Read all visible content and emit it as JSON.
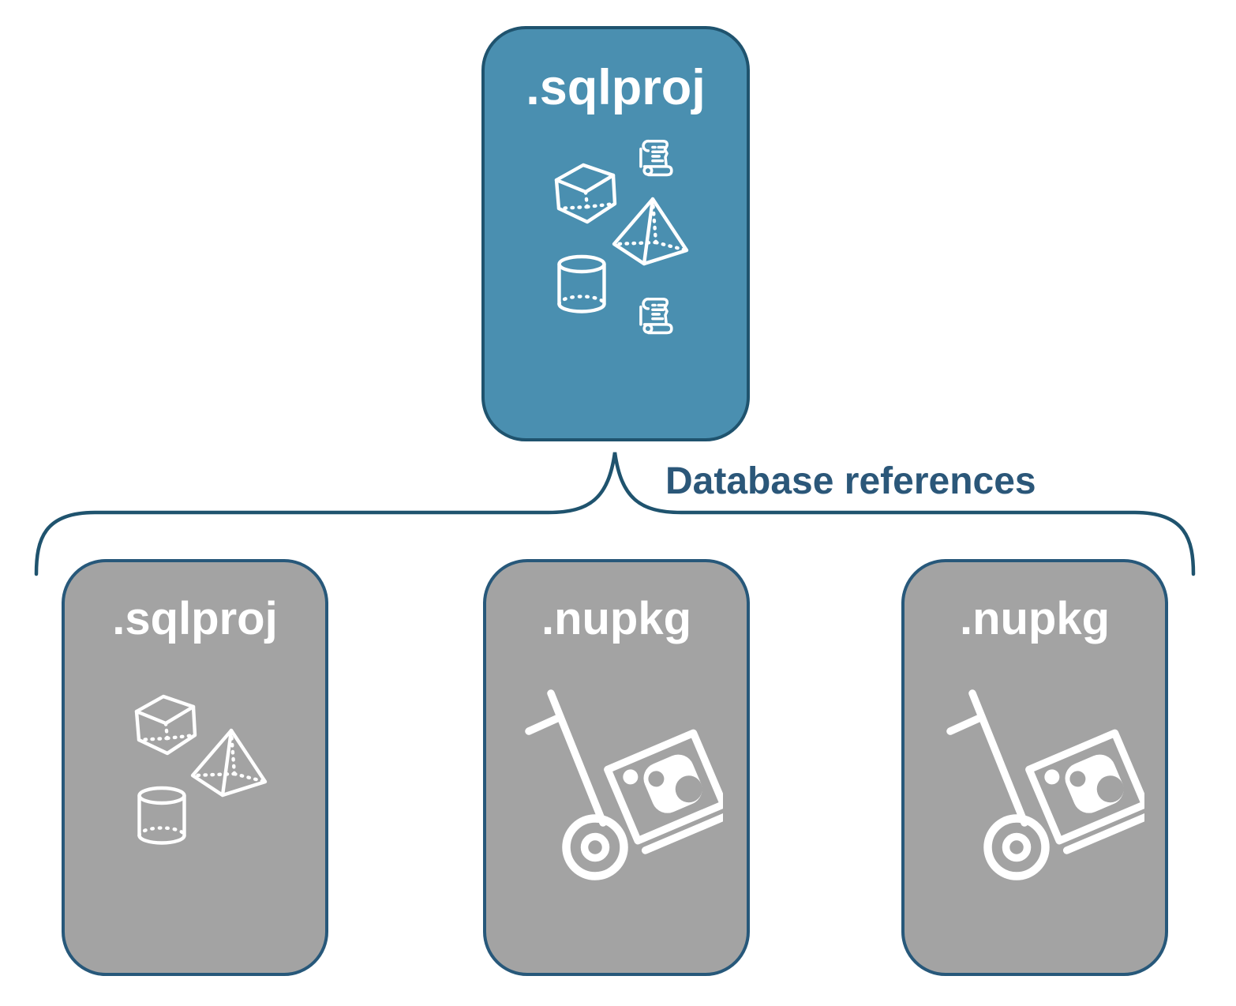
{
  "diagram": {
    "root_node": {
      "label": ".sqlproj",
      "icons": [
        "scroll-icon",
        "cube-icon",
        "pyramid-icon",
        "cylinder-icon",
        "scroll-icon"
      ]
    },
    "connector": {
      "label": "Database references"
    },
    "child_nodes": [
      {
        "label": ".sqlproj",
        "icons": [
          "cube-icon",
          "pyramid-icon",
          "cylinder-icon"
        ]
      },
      {
        "label": ".nupkg",
        "icons": [
          "handtruck-package-icon"
        ]
      },
      {
        "label": ".nupkg",
        "icons": [
          "handtruck-package-icon"
        ]
      }
    ],
    "colors": {
      "root_fill": "#4a8fb0",
      "child_fill": "#a3a3a3",
      "outline": "#1f536e",
      "node_label_text": "#ffffff",
      "connector_text": "#2b5779"
    }
  }
}
